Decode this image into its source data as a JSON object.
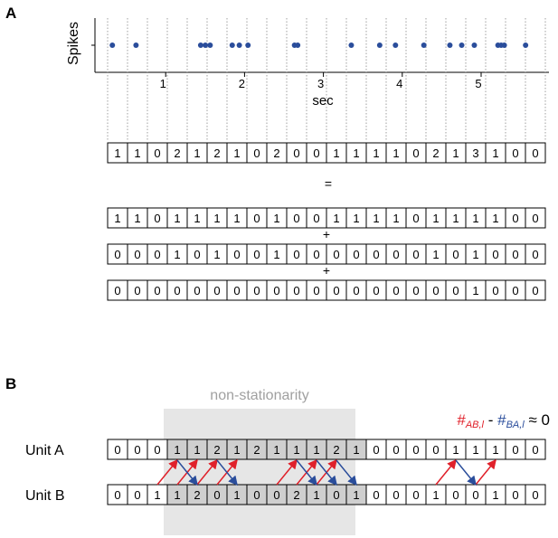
{
  "panel_a": {
    "letter": "A",
    "ylabel": "Spikes",
    "xlabel": "sec",
    "x_ticks": [
      "1",
      "2",
      "3",
      "4",
      "5"
    ],
    "spike_times": [
      0.06,
      0.36,
      1.18,
      1.24,
      1.3,
      1.58,
      1.67,
      1.78,
      2.37,
      2.41,
      3.09,
      3.45,
      3.65,
      4.01,
      4.34,
      4.49,
      4.65,
      4.95,
      4.99,
      5.03,
      5.3
    ],
    "spike_color": "#2a4d9b",
    "bin_counts": [
      "1",
      "1",
      "0",
      "2",
      "1",
      "2",
      "1",
      "0",
      "2",
      "0",
      "0",
      "1",
      "1",
      "1",
      "1",
      "0",
      "2",
      "1",
      "3",
      "1",
      "0",
      "0"
    ],
    "equals": "=",
    "plus": "+",
    "decomposition": [
      [
        "1",
        "1",
        "0",
        "1",
        "1",
        "1",
        "1",
        "0",
        "1",
        "0",
        "0",
        "1",
        "1",
        "1",
        "1",
        "0",
        "1",
        "1",
        "1",
        "1",
        "0",
        "0"
      ],
      [
        "0",
        "0",
        "0",
        "1",
        "0",
        "1",
        "0",
        "0",
        "1",
        "0",
        "0",
        "0",
        "0",
        "0",
        "0",
        "0",
        "1",
        "0",
        "1",
        "0",
        "0",
        "0"
      ],
      [
        "0",
        "0",
        "0",
        "0",
        "0",
        "0",
        "0",
        "0",
        "0",
        "0",
        "0",
        "0",
        "0",
        "0",
        "0",
        "0",
        "0",
        "0",
        "1",
        "0",
        "0",
        "0"
      ]
    ]
  },
  "panel_b": {
    "letter": "B",
    "region_label": "non-stationarity",
    "formula": {
      "ab_symbol": "#",
      "ab_sub": "AB,l",
      "minus": " - ",
      "ba_symbol": "#",
      "ba_sub": "BA,l",
      "approx": " ≈ 0"
    },
    "unit_a_label": "Unit A",
    "unit_b_label": "Unit B",
    "unit_a": [
      "0",
      "0",
      "0",
      "1",
      "1",
      "2",
      "1",
      "2",
      "1",
      "1",
      "1",
      "2",
      "1",
      "0",
      "0",
      "0",
      "0",
      "1",
      "1",
      "1",
      "0",
      "0"
    ],
    "unit_b": [
      "0",
      "0",
      "1",
      "1",
      "2",
      "0",
      "1",
      "0",
      "0",
      "2",
      "1",
      "0",
      "1",
      "0",
      "0",
      "0",
      "1",
      "0",
      "0",
      "1",
      "0",
      "0"
    ],
    "shade_from": 3,
    "shade_to": 13,
    "ab_arrows": [
      [
        2,
        3
      ],
      [
        3,
        4
      ],
      [
        4,
        5
      ],
      [
        5,
        6
      ],
      [
        8,
        9
      ],
      [
        9,
        10
      ],
      [
        10,
        11
      ],
      [
        16,
        17
      ],
      [
        18,
        19
      ]
    ],
    "ba_arrows": [
      [
        4,
        3
      ],
      [
        6,
        5
      ],
      [
        10,
        9
      ],
      [
        11,
        10
      ],
      [
        12,
        11
      ],
      [
        18,
        17
      ]
    ],
    "colors": {
      "ab": "#e0202a",
      "ba": "#2a4d9b",
      "shade": "#e6e6e6",
      "cell_shade": "#cfcfcf",
      "region_text": "#a0a0a0"
    }
  }
}
